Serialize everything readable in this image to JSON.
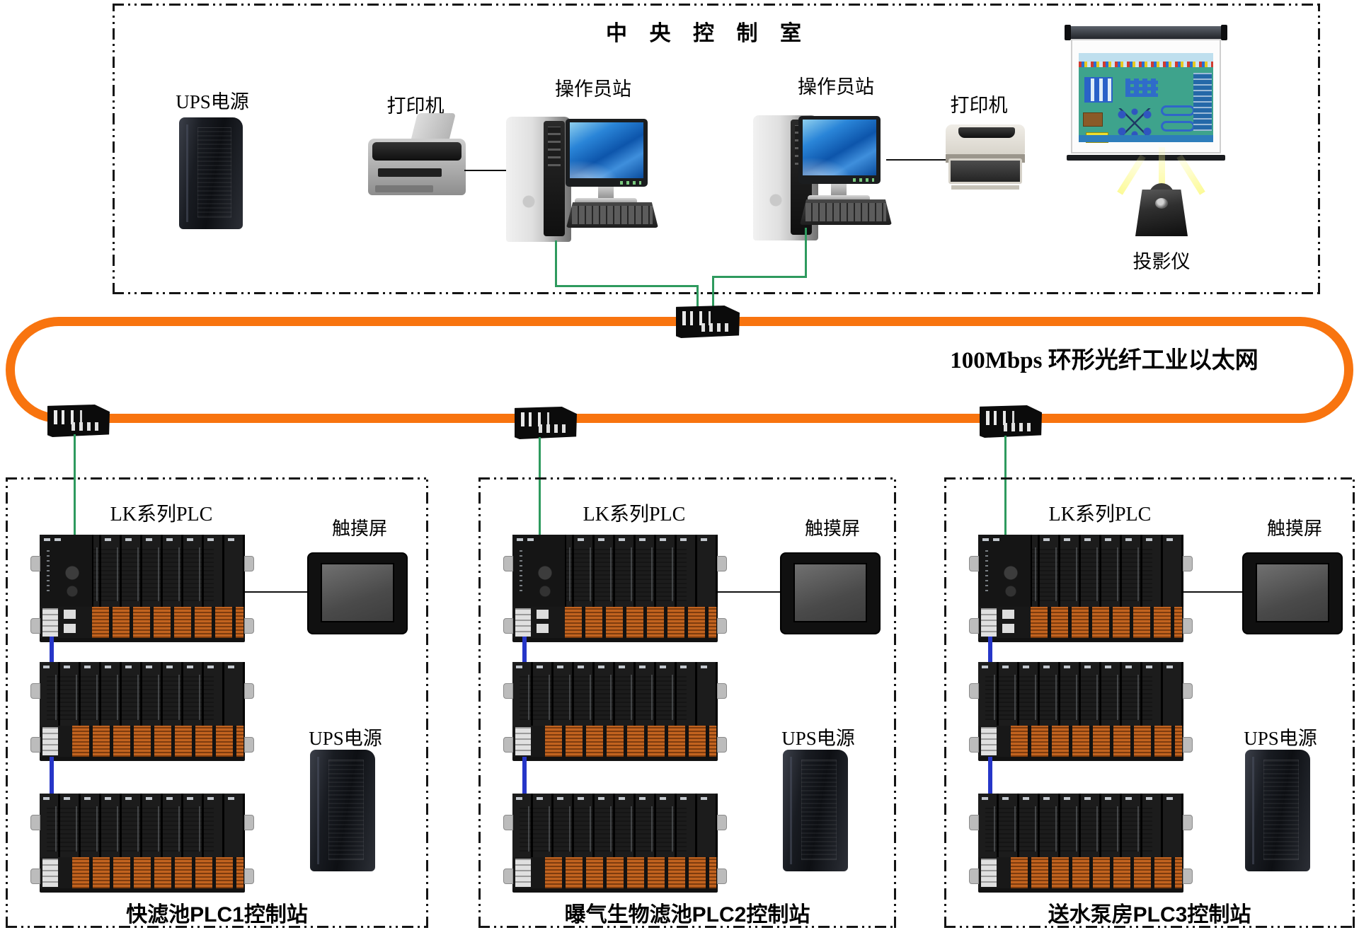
{
  "central_room": {
    "title": "中 央 控 制 室",
    "ups_label": "UPS电源",
    "printer_left_label": "打印机",
    "operator_left_label": "操作员站",
    "operator_right_label": "操作员站",
    "printer_right_label": "打印机",
    "projector_label": "投影仪"
  },
  "network": {
    "label": "100Mbps 环形光纤工业以太网"
  },
  "stations": [
    {
      "plc_label": "LK系列PLC",
      "touch_label": "触摸屏",
      "ups_label": "UPS电源",
      "name": "快滤池PLC1控制站"
    },
    {
      "plc_label": "LK系列PLC",
      "touch_label": "触摸屏",
      "ups_label": "UPS电源",
      "name": "曝气生物滤池PLC2控制站"
    },
    {
      "plc_label": "LK系列PLC",
      "touch_label": "触摸屏",
      "ups_label": "UPS电源",
      "name": "送水泵房PLC3控制站"
    }
  ],
  "colors": {
    "ring_orange": "#F8740F",
    "green_line": "#2E9A5E",
    "blue_line": "#2636C8"
  }
}
